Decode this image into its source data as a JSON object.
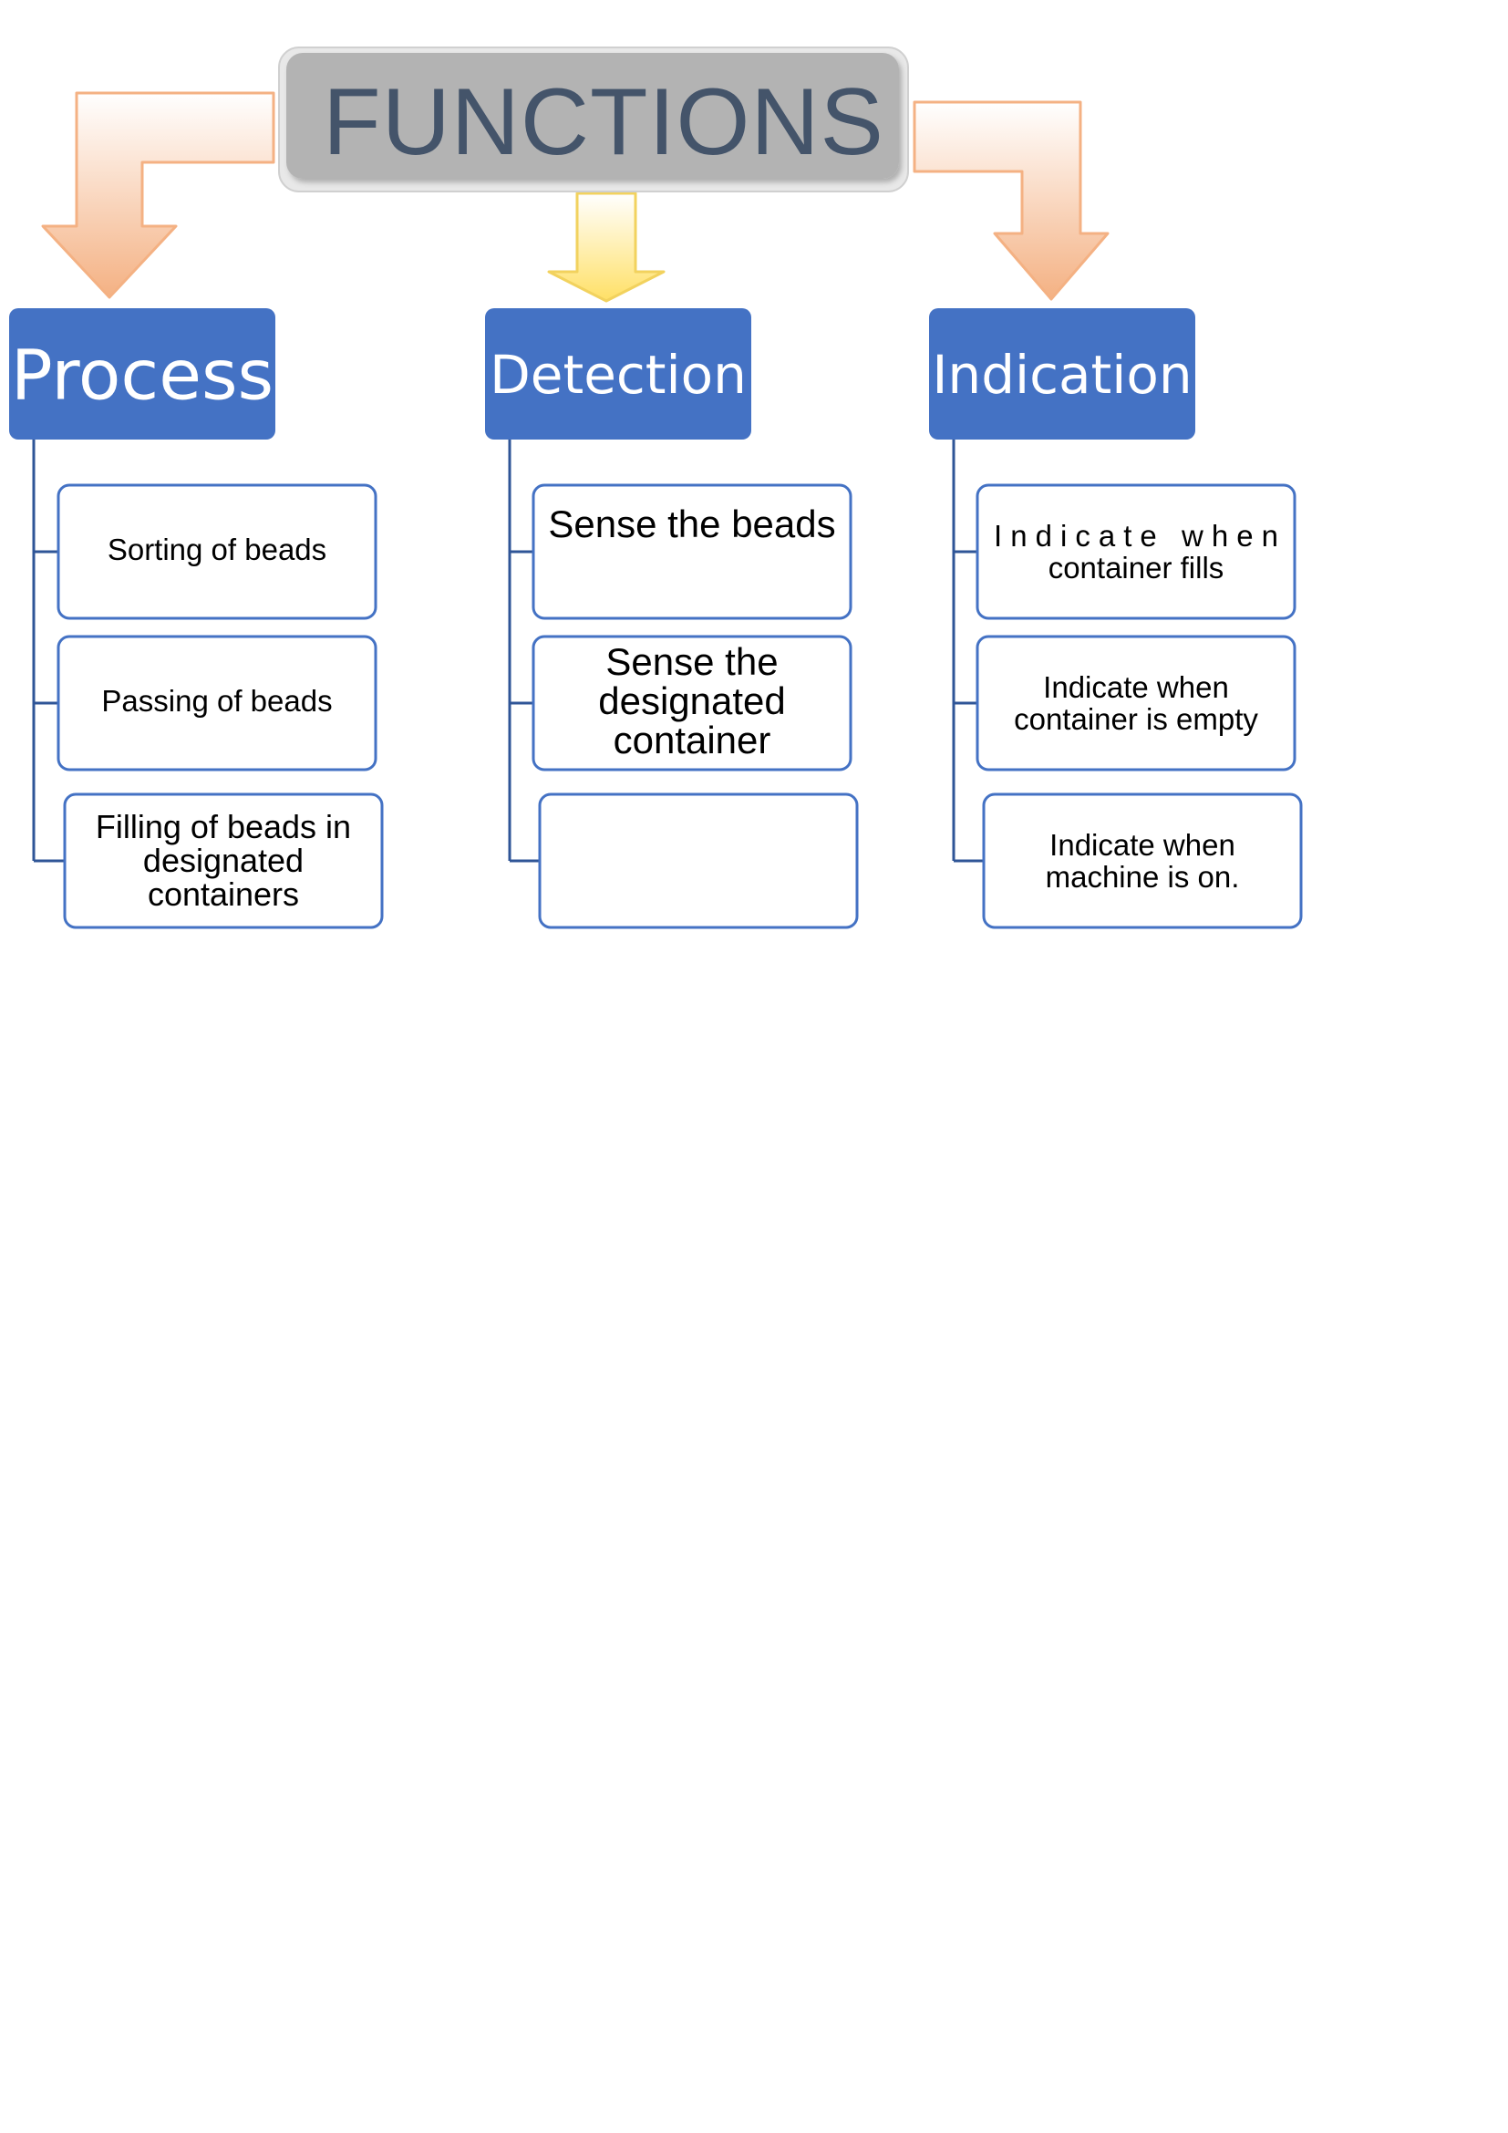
{
  "title": "FUNCTIONS",
  "colors": {
    "title_fill": "#B3B3B3",
    "title_text": "#44546A",
    "category_fill": "#4472C4",
    "node_border": "#4472C4",
    "connector": "#2F5597",
    "side_arrow_top": "#FFFFFF",
    "side_arrow_bottom": "#F4B183",
    "center_arrow_top": "#FFFFFF",
    "center_arrow_bottom": "#FFE066"
  },
  "categories": [
    {
      "label": "Process",
      "items": [
        [
          "Sorting of beads"
        ],
        [
          "Passing of beads"
        ],
        [
          "Filling of beads in",
          "designated",
          "containers"
        ]
      ]
    },
    {
      "label": "Detection",
      "items": [
        [
          "Sense the beads"
        ],
        [
          "Sense the",
          "designated",
          "container"
        ],
        []
      ]
    },
    {
      "label": "Indication",
      "items": [
        [
          "Indicate when",
          "container fills"
        ],
        [
          "Indicate when",
          "container is empty"
        ],
        [
          "Indicate when",
          "machine is on."
        ]
      ]
    }
  ]
}
